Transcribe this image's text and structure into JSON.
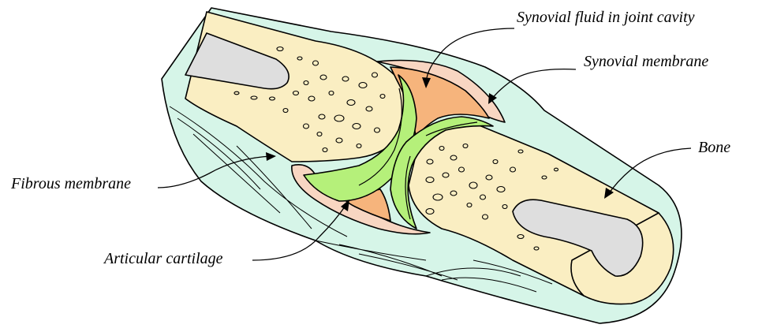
{
  "labels": {
    "synovial_fluid": "Synovial fluid in joint cavity",
    "synovial_membrane": "Synovial membrane",
    "bone": "Bone",
    "fibrous_membrane": "Fibrous membrane",
    "articular_cartilage": "Articular cartilage"
  },
  "colors": {
    "fibrous_capsule": "#d6f5e8",
    "bone": "#faeec2",
    "marrow": "#dedede",
    "cartilage": "#b5f07a",
    "synovial_fluid": "#f6b47c",
    "synovial_membrane": "#f8d6c2"
  }
}
